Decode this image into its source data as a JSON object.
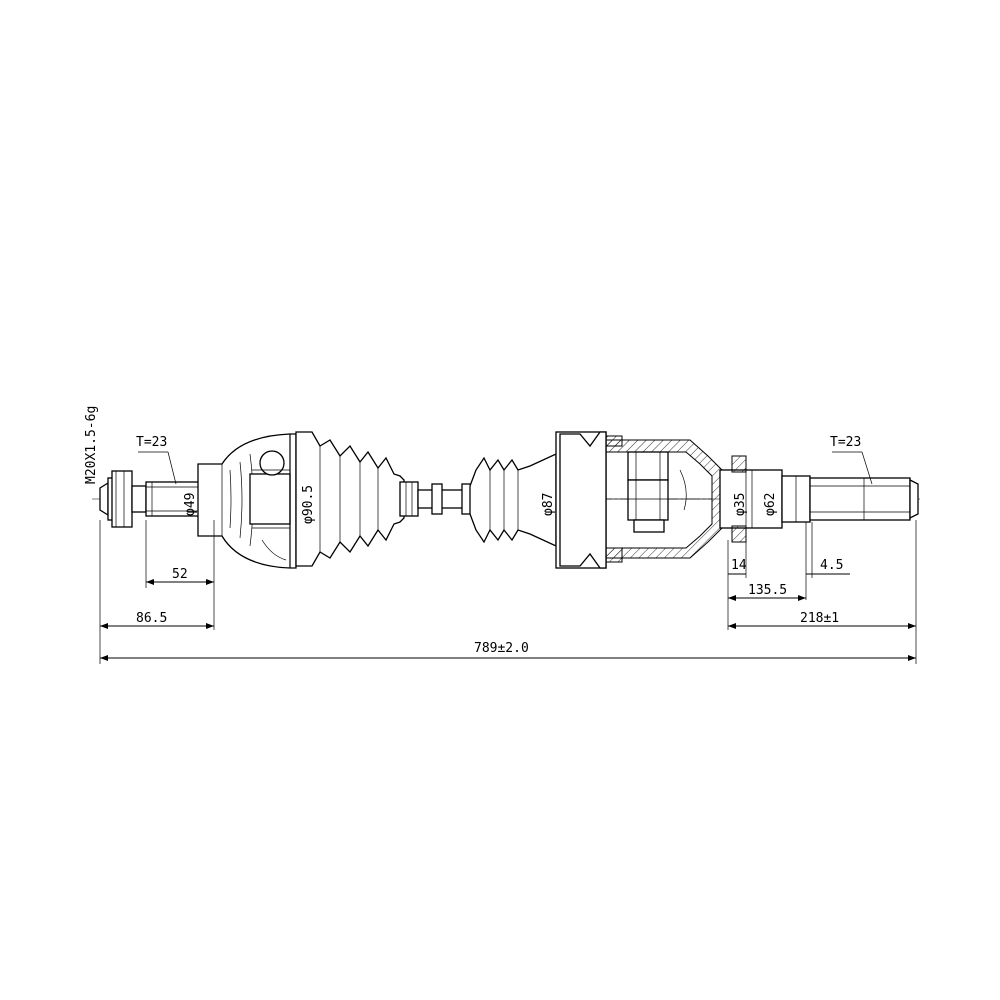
{
  "drawing": {
    "thread_spec": "M20X1.5-6g",
    "left_spline_teeth": "T=23",
    "right_spline_teeth": "T=23",
    "dia_outer_stub": "φ49",
    "dia_outer_joint": "φ90.5",
    "dia_inner_joint": "φ87",
    "dia_bearing_inner": "φ35",
    "dia_bearing_outer": "φ62",
    "dim_left_spline_len": "52",
    "dim_left_to_joint": "86.5",
    "dim_total_length": "789±2.0",
    "dim_bearing_width": "14",
    "dim_right_offset": "4.5",
    "dim_right_bearing_pos": "135.5",
    "dim_right_total": "218±1"
  }
}
